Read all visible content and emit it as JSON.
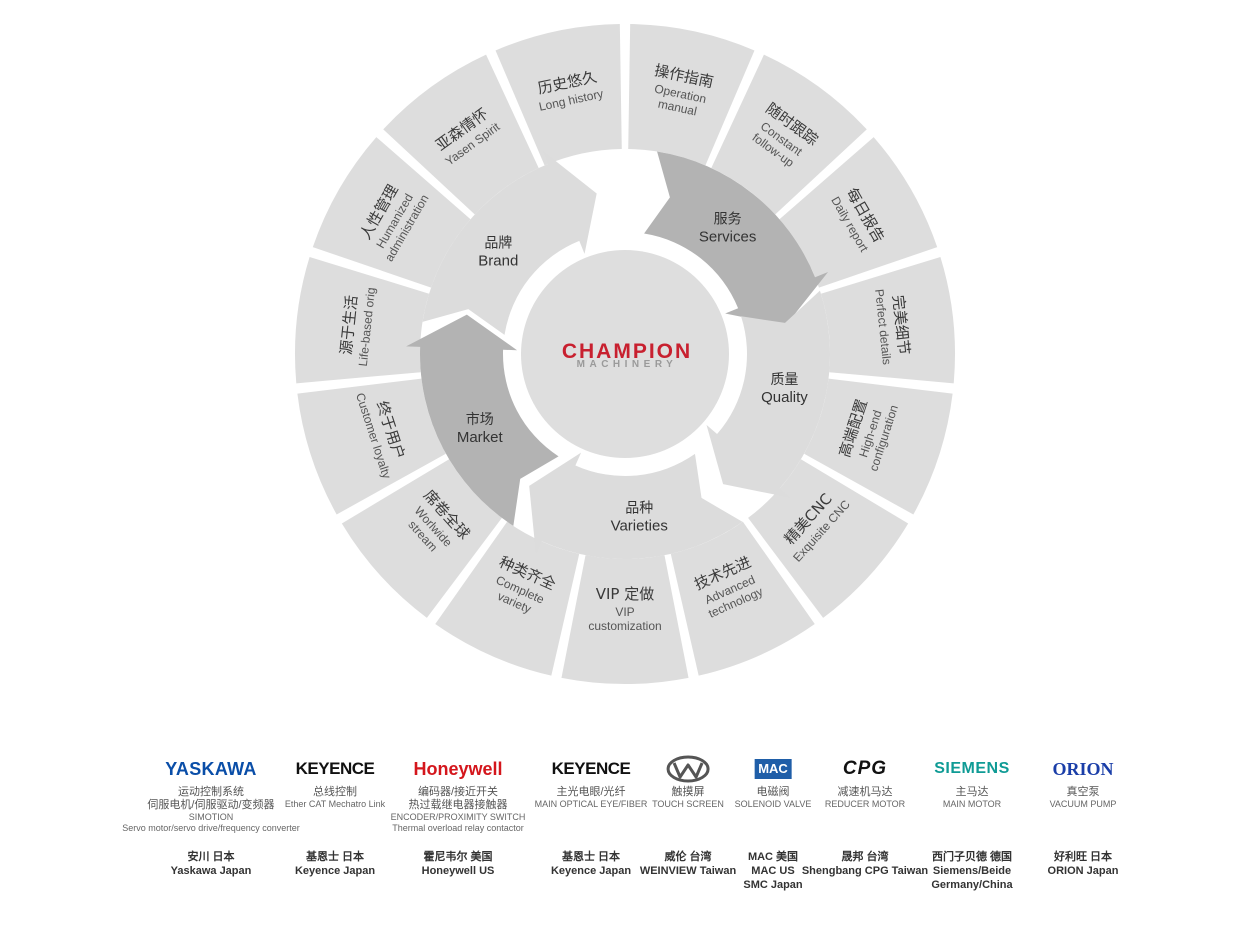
{
  "center": {
    "logo_top": "CHAMPION",
    "logo_bottom": "MACHINERY",
    "logo_color": "#c8202f"
  },
  "inner_ring": [
    {
      "cn": "品牌",
      "en": "Brand",
      "angle": 312,
      "shade": "#dcdcdc"
    },
    {
      "cn": "服务",
      "en": "Services",
      "angle": 42,
      "shade": "#b3b3b3"
    },
    {
      "cn": "质量",
      "en": "Quality",
      "angle": 105,
      "shade": "#dcdcdc"
    },
    {
      "cn": "品种",
      "en": "Varieties",
      "angle": 178,
      "shade": "#dcdcdc"
    },
    {
      "cn": "市场",
      "en": "Market",
      "angle": 246,
      "shade": "#b3b3b3"
    }
  ],
  "outer_ring": [
    {
      "cn": "操作指南",
      "en": [
        "Operation",
        "manual"
      ]
    },
    {
      "cn": "随时跟踪",
      "en": [
        "Constant",
        "follow-up"
      ]
    },
    {
      "cn": "每日报告",
      "en": [
        "Daily report"
      ]
    },
    {
      "cn": "完美细节",
      "en": [
        "Perfect details"
      ]
    },
    {
      "cn": "高端配置",
      "en": [
        "High-end",
        "configuration"
      ]
    },
    {
      "cn": "精美CNC",
      "en": [
        "Exquisite CNC"
      ]
    },
    {
      "cn": "技术先进",
      "en": [
        "Advanced",
        "technology"
      ]
    },
    {
      "cn": "VIP 定做",
      "en": [
        "VIP",
        "customization"
      ]
    },
    {
      "cn": "种类齐全",
      "en": [
        "Complete",
        "variety"
      ]
    },
    {
      "cn": "席卷全球",
      "en": [
        "Worlwide",
        "stream"
      ]
    },
    {
      "cn": "终于用户",
      "en": [
        "Customer loyalty"
      ]
    },
    {
      "cn": "源于生活",
      "en": [
        "Life-based orig"
      ]
    },
    {
      "cn": "人性管理",
      "en": [
        "Humanized",
        "administration"
      ]
    },
    {
      "cn": "亚森情怀",
      "en": [
        "Yasen Spirit"
      ]
    },
    {
      "cn": "历史悠久",
      "en": [
        "Long history"
      ]
    }
  ],
  "brands": [
    {
      "logo": "YASKAWA",
      "logo_color": "#0a4ea8",
      "icon": "",
      "desc": [
        "运动控制系统",
        "伺服电机/伺服驱动/变频器"
      ],
      "desc_sm": [
        "SIMOTION",
        "Servo motor/servo drive/frequency converter"
      ],
      "origin": [
        "安川  日本",
        "Yaskawa Japan"
      ]
    },
    {
      "logo": "KEYENCE",
      "logo_color": "#111111",
      "icon": "",
      "desc": [
        "总线控制"
      ],
      "desc_sm": [
        "Ether CAT Mechatro Link"
      ],
      "origin": [
        "基恩士  日本",
        "Keyence Japan"
      ]
    },
    {
      "logo": "Honeywell",
      "logo_color": "#d4161c",
      "icon": "",
      "desc": [
        "编码器/接近开关",
        "热过载继电器接触器"
      ],
      "desc_sm": [
        "ENCODER/PROXIMITY SWITCH",
        "Thermal overload relay contactor"
      ],
      "origin": [
        "霍尼韦尔  美国",
        "Honeywell US"
      ]
    },
    {
      "logo": "KEYENCE",
      "logo_color": "#111111",
      "icon": "",
      "desc": [
        "主光电眼/光纤"
      ],
      "desc_sm": [
        "MAIN OPTICAL EYE/FIBER"
      ],
      "origin": [
        "基恩士  日本",
        "Keyence Japan"
      ]
    },
    {
      "logo": "",
      "logo_color": "#555555",
      "icon": "weinview-logo-icon",
      "desc": [
        "触摸屏"
      ],
      "desc_sm": [
        "TOUCH SCREEN"
      ],
      "origin": [
        "威伦  台湾",
        "WEINVIEW Taiwan"
      ]
    },
    {
      "logo": "MAC",
      "logo_color": "#1f5ea8",
      "icon": "",
      "desc": [
        "电磁阀"
      ],
      "desc_sm": [
        "SOLENOID VALVE"
      ],
      "origin": [
        "MAC  美国",
        "MAC US",
        "SMC Japan"
      ]
    },
    {
      "logo": "CPG",
      "logo_color": "#111111",
      "icon": "",
      "desc": [
        "减速机马达"
      ],
      "desc_sm": [
        "REDUCER MOTOR"
      ],
      "origin": [
        "晟邦  台湾",
        "Shengbang CPG Taiwan"
      ]
    },
    {
      "logo": "SIEMENS",
      "logo_color": "#0f9b95",
      "icon": "",
      "desc": [
        "主马达"
      ],
      "desc_sm": [
        "MAIN MOTOR"
      ],
      "origin": [
        "西门子贝德  德国",
        "Siemens/Beide",
        "Germany/China"
      ]
    },
    {
      "logo": "ORION",
      "logo_color": "#1a3ea8",
      "icon": "",
      "desc": [
        "真空泵"
      ],
      "desc_sm": [
        "VACUUM PUMP"
      ],
      "origin": [
        "好利旺  日本",
        "ORION Japan"
      ]
    }
  ]
}
